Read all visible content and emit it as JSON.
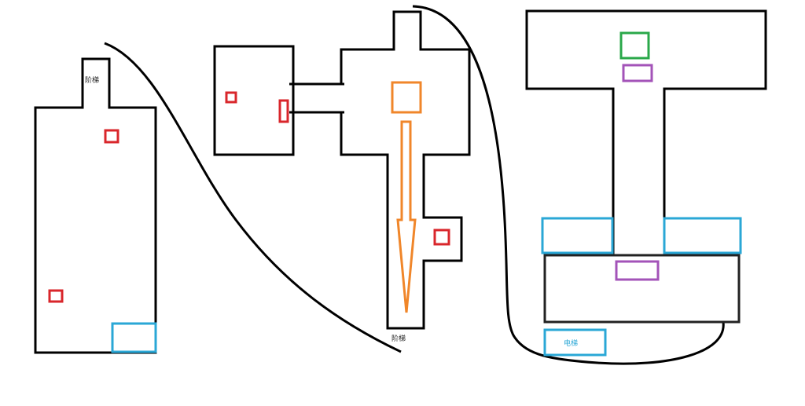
{
  "labels": {
    "stairs_left": "阶梯",
    "stairs_middle": "阶梯",
    "elevator_right": "电梯"
  },
  "colors": {
    "wall": "#000000",
    "red": "#d9262b",
    "orange": "#f0862a",
    "blue": "#2aa7d6",
    "green": "#2aa84a",
    "purple": "#a353b8"
  }
}
